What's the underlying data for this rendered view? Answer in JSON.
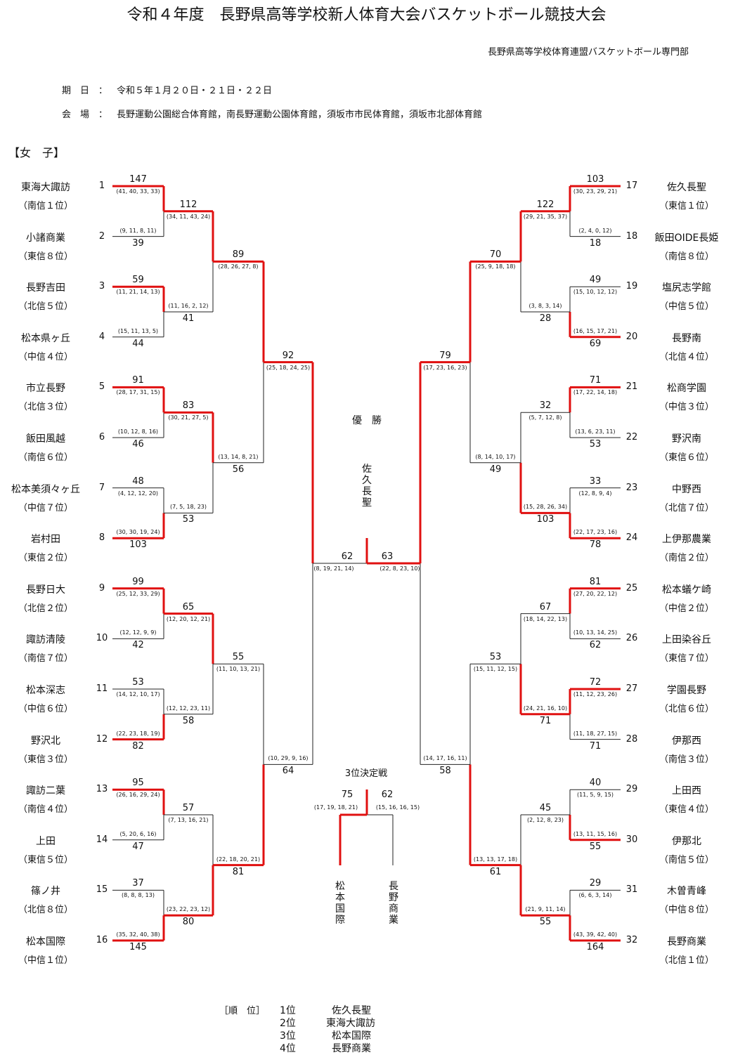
{
  "title": "令和４年度　長野県高等学校新人体育大会バスケットボール競技大会",
  "organizer": "長野県高等学校体育連盟バスケットボール専門部",
  "info": {
    "date_label": "期　日　：",
    "date_value": "令和５年１月２０日・２１日・２２日",
    "venue_label": "会　場　：",
    "venue_value": "長野運動公園総合体育館，南長野運動公園体育館，須坂市市民体育館，須坂市北部体育館"
  },
  "division": "【女　子】",
  "teams": [
    {
      "seed": "1",
      "name": "東海大諏訪",
      "rank": "（南信１位）"
    },
    {
      "seed": "2",
      "name": "小諸商業",
      "rank": "（東信８位）"
    },
    {
      "seed": "3",
      "name": "長野吉田",
      "rank": "（北信５位）"
    },
    {
      "seed": "4",
      "name": "松本県ヶ丘",
      "rank": "（中信４位）"
    },
    {
      "seed": "5",
      "name": "市立長野",
      "rank": "（北信３位）"
    },
    {
      "seed": "6",
      "name": "飯田風越",
      "rank": "（南信６位）"
    },
    {
      "seed": "7",
      "name": "松本美須々ヶ丘",
      "rank": "（中信７位）"
    },
    {
      "seed": "8",
      "name": "岩村田",
      "rank": "（東信２位）"
    },
    {
      "seed": "9",
      "name": "長野日大",
      "rank": "（北信２位）"
    },
    {
      "seed": "10",
      "name": "諏訪清陵",
      "rank": "（南信７位）"
    },
    {
      "seed": "11",
      "name": "松本深志",
      "rank": "（中信６位）"
    },
    {
      "seed": "12",
      "name": "野沢北",
      "rank": "（東信３位）"
    },
    {
      "seed": "13",
      "name": "諏訪二葉",
      "rank": "（南信４位）"
    },
    {
      "seed": "14",
      "name": "上田",
      "rank": "（東信５位）"
    },
    {
      "seed": "15",
      "name": "篠ノ井",
      "rank": "（北信８位）"
    },
    {
      "seed": "16",
      "name": "松本国際",
      "rank": "（中信１位）"
    },
    {
      "seed": "17",
      "name": "佐久長聖",
      "rank": "（東信１位）"
    },
    {
      "seed": "18",
      "name": "飯田OIDE長姫",
      "rank": "（南信８位）"
    },
    {
      "seed": "19",
      "name": "塩尻志学館",
      "rank": "（中信５位）"
    },
    {
      "seed": "20",
      "name": "長野南",
      "rank": "（北信４位）"
    },
    {
      "seed": "21",
      "name": "松商学園",
      "rank": "（中信３位）"
    },
    {
      "seed": "22",
      "name": "野沢南",
      "rank": "（東信６位）"
    },
    {
      "seed": "23",
      "name": "中野西",
      "rank": "（北信７位）"
    },
    {
      "seed": "24",
      "name": "上伊那農業",
      "rank": "（南信２位）"
    },
    {
      "seed": "25",
      "name": "松本蟻ケ崎",
      "rank": "（中信２位）"
    },
    {
      "seed": "26",
      "name": "上田染谷丘",
      "rank": "（東信７位）"
    },
    {
      "seed": "27",
      "name": "学園長野",
      "rank": "（北信６位）"
    },
    {
      "seed": "28",
      "name": "伊那西",
      "rank": "（南信３位）"
    },
    {
      "seed": "29",
      "name": "上田西",
      "rank": "（東信４位）"
    },
    {
      "seed": "30",
      "name": "伊那北",
      "rank": "（南信５位）"
    },
    {
      "seed": "31",
      "name": "木曽青峰",
      "rank": "（中信８位）"
    },
    {
      "seed": "32",
      "name": "長野商業",
      "rank": "（北信１位）"
    }
  ],
  "scores": {
    "r1": [
      {
        "score": "147",
        "quarters": "(41, 40, 33, 33)"
      },
      {
        "score": "39",
        "quarters": "(9, 11, 8, 11)"
      },
      {
        "score": "59",
        "quarters": "(11, 21, 14, 13)"
      },
      {
        "score": "44",
        "quarters": "(15, 11, 13, 5)"
      },
      {
        "score": "91",
        "quarters": "(28, 17, 31, 15)"
      },
      {
        "score": "46",
        "quarters": "(10, 12, 8, 16)"
      },
      {
        "score": "48",
        "quarters": "(4, 12, 12, 20)"
      },
      {
        "score": "103",
        "quarters": "(30, 30, 19, 24)"
      },
      {
        "score": "99",
        "quarters": "(25, 12, 33, 29)"
      },
      {
        "score": "42",
        "quarters": "(12, 12, 9, 9)"
      },
      {
        "score": "53",
        "quarters": "(14, 12, 10, 17)"
      },
      {
        "score": "82",
        "quarters": "(22, 23, 18, 19)"
      },
      {
        "score": "95",
        "quarters": "(26, 16, 29, 24)"
      },
      {
        "score": "47",
        "quarters": "(5, 20, 6, 16)"
      },
      {
        "score": "37",
        "quarters": "(8, 8, 8, 13)"
      },
      {
        "score": "145",
        "quarters": "(35, 32, 40, 38)"
      },
      {
        "score": "103",
        "quarters": "(30, 23, 29, 21)"
      },
      {
        "score": "18",
        "quarters": "(2, 4, 0, 12)"
      },
      {
        "score": "49",
        "quarters": "(15, 10, 12, 12)"
      },
      {
        "score": "69",
        "quarters": "(16, 15, 17, 21)"
      },
      {
        "score": "71",
        "quarters": "(17, 22, 14, 18)"
      },
      {
        "score": "53",
        "quarters": "(13, 6, 23, 11)"
      },
      {
        "score": "33",
        "quarters": "(12, 8, 9, 4)"
      },
      {
        "score": "78",
        "quarters": "(22, 17, 23, 16)"
      },
      {
        "score": "81",
        "quarters": "(27, 20, 22, 12)"
      },
      {
        "score": "62",
        "quarters": "(10, 13, 14, 25)"
      },
      {
        "score": "72",
        "quarters": "(11, 12, 23, 26)"
      },
      {
        "score": "71",
        "quarters": "(11, 18, 27, 15)"
      },
      {
        "score": "40",
        "quarters": "(11, 5, 9, 15)"
      },
      {
        "score": "55",
        "quarters": "(13, 11, 15, 16)"
      },
      {
        "score": "29",
        "quarters": "(6, 6, 3, 14)"
      },
      {
        "score": "164",
        "quarters": "(43, 39, 42, 40)"
      }
    ],
    "r2": [
      {
        "score": "112",
        "quarters": "(34, 11, 43, 24)"
      },
      {
        "score": "41",
        "quarters": "(11, 16, 2, 12)"
      },
      {
        "score": "83",
        "quarters": "(30, 21, 27, 5)"
      },
      {
        "score": "53",
        "quarters": "(7, 5, 18, 23)"
      },
      {
        "score": "65",
        "quarters": "(12, 20, 12, 21)"
      },
      {
        "score": "58",
        "quarters": "(12, 12, 23, 11)"
      },
      {
        "score": "57",
        "quarters": "(7, 13, 16, 21)"
      },
      {
        "score": "80",
        "quarters": "(23, 22, 23, 12)"
      },
      {
        "score": "122",
        "quarters": "(29, 21, 35, 37)"
      },
      {
        "score": "28",
        "quarters": "(3, 8, 3, 14)"
      },
      {
        "score": "32",
        "quarters": "(5, 7, 12, 8)"
      },
      {
        "score": "103",
        "quarters": "(15, 28, 26, 34)"
      },
      {
        "score": "67",
        "quarters": "(18, 14, 22, 13)"
      },
      {
        "score": "71",
        "quarters": "(24, 21, 16, 10)"
      },
      {
        "score": "45",
        "quarters": "(2, 12, 8, 23)"
      },
      {
        "score": "55",
        "quarters": "(21, 9, 11, 14)"
      }
    ],
    "r3": [
      {
        "score": "89",
        "quarters": "(28, 26, 27, 8)"
      },
      {
        "score": "56",
        "quarters": "(13, 14, 8, 21)"
      },
      {
        "score": "55",
        "quarters": "(11, 10, 13, 21)"
      },
      {
        "score": "81",
        "quarters": "(22, 18, 20, 21)"
      },
      {
        "score": "70",
        "quarters": "(25, 9, 18, 18)"
      },
      {
        "score": "49",
        "quarters": "(8, 14, 10, 17)"
      },
      {
        "score": "53",
        "quarters": "(15, 11, 12, 15)"
      },
      {
        "score": "61",
        "quarters": "(13, 13, 17, 18)"
      }
    ],
    "r4": [
      {
        "score": "92",
        "quarters": "(25, 18, 24, 25)"
      },
      {
        "score": "64",
        "quarters": "(10, 29, 9, 16)"
      },
      {
        "score": "79",
        "quarters": "(17, 23, 16, 23)"
      },
      {
        "score": "58",
        "quarters": "(14, 17, 16, 11)"
      }
    ],
    "final": [
      {
        "score": "62",
        "quarters": "(8, 19, 21, 14)"
      },
      {
        "score": "63",
        "quarters": "(22, 8, 23, 10)"
      }
    ],
    "third": [
      {
        "score": "75",
        "quarters": "(17, 19, 18, 21)"
      },
      {
        "score": "62",
        "quarters": "(15, 16, 16, 15)"
      }
    ]
  },
  "champion_label": "優　勝",
  "champion": "佐久長聖",
  "third_place_label": "3位決定戦",
  "third_left": "松本国際",
  "third_right": "長野商業",
  "results": {
    "label": "［順　位］",
    "rows": [
      {
        "place": "1位",
        "team": "佐久長聖"
      },
      {
        "place": "2位",
        "team": "東海大諏訪"
      },
      {
        "place": "3位",
        "team": "松本国際"
      },
      {
        "place": "4位",
        "team": "長野商業"
      }
    ]
  },
  "colors": {
    "winner_line": "#e01010",
    "line": "#222222"
  }
}
